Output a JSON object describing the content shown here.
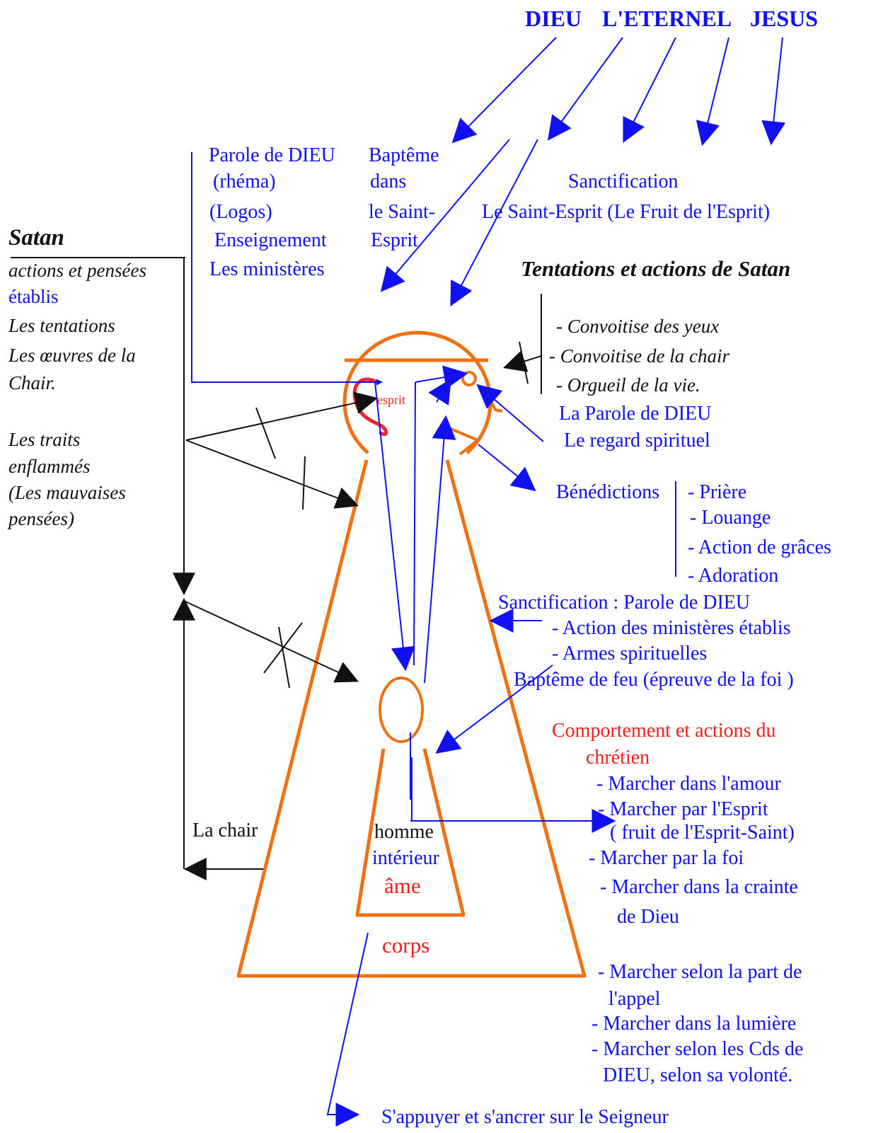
{
  "colors": {
    "blue": "#1010f0",
    "orange": "#f07014",
    "red": "#ff1a1a",
    "black": "#111111"
  },
  "top": {
    "dieu": "DIEU",
    "eternel": "L'ETERNEL",
    "jesus": "JESUS"
  },
  "sources": {
    "parole": [
      "Parole de DIEU",
      "(rhéma)",
      "(Logos)",
      "Enseignement",
      "Les ministères"
    ],
    "bapteme": [
      "Baptême",
      "dans",
      "le Saint-",
      "Esprit"
    ],
    "sanctification_title": "Sanctification",
    "saint_esprit": "Le Saint-Esprit (Le Fruit de l'Esprit)"
  },
  "satan": {
    "title": "Satan",
    "lines": [
      "actions et pensées",
      "établis",
      "Les tentations",
      "Les œuvres de la",
      "Chair.",
      "Les traits",
      "enflammés",
      "(Les mauvaises",
      "pensées)"
    ]
  },
  "tentations": {
    "title": "Tentations et actions de Satan",
    "items": [
      "- Convoitise des yeux",
      "- Convoitise de la chair",
      "- Orgueil de la vie."
    ]
  },
  "regard": [
    "La Parole de DIEU",
    "Le regard spirituel"
  ],
  "benedictions": {
    "title": "Bénédictions",
    "items": [
      "- Prière",
      "- Louange",
      "- Action de grâces",
      "- Adoration"
    ]
  },
  "sanctification2": [
    "Sanctification : Parole de DIEU",
    "- Action des ministères établis",
    "- Armes spirituelles",
    "Baptême de feu (épreuve de la foi )"
  ],
  "comportement": {
    "title": [
      "Comportement et actions du",
      "chrétien"
    ],
    "items": [
      "- Marcher dans l'amour",
      "- Marcher par l'Esprit",
      "( fruit de l'Esprit-Saint)",
      "-  Marcher par la foi",
      "- Marcher dans la crainte",
      "de Dieu",
      "- Marcher selon la part de",
      "l'appel",
      "- Marcher dans la lumière",
      "- Marcher selon les Cds de",
      "DIEU, selon sa volonté."
    ]
  },
  "figure": {
    "esprit": "esprit",
    "chair": "La chair",
    "homme": [
      "homme",
      "intérieur"
    ],
    "ame": "âme",
    "corps": "corps"
  },
  "bottom": "S'appuyer et s'ancrer  sur le Seigneur"
}
